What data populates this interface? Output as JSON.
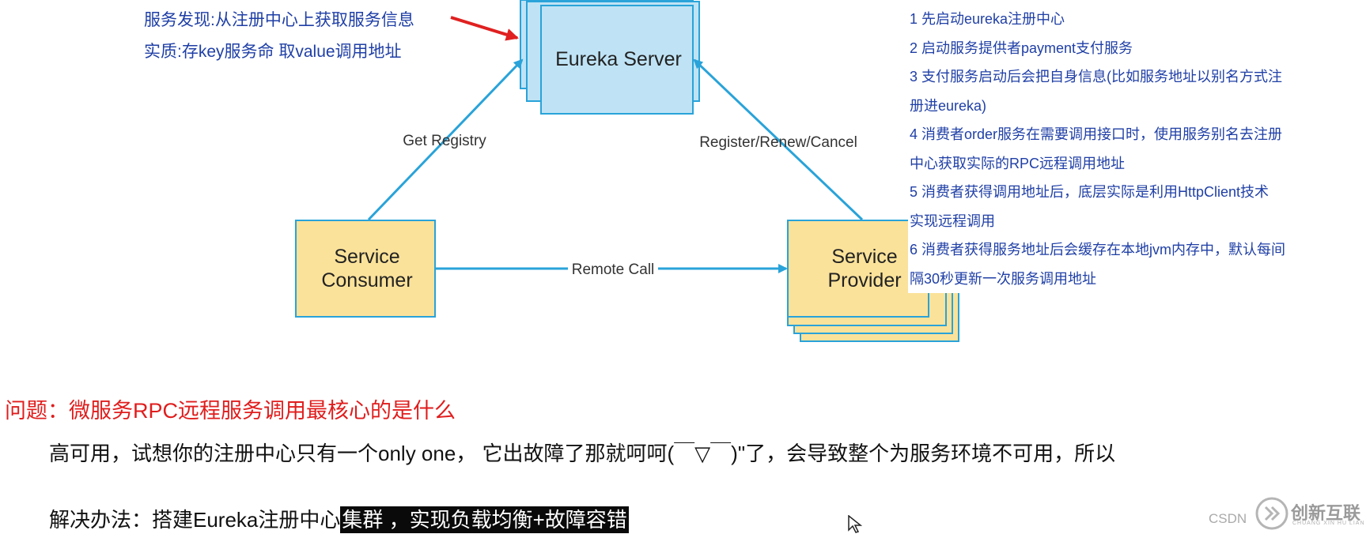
{
  "notes": {
    "line1": "服务发现:从注册中心上获取服务信息",
    "line2": "实质:存key服务命 取value调用地址"
  },
  "diagram": {
    "server_label": "Eureka Server",
    "consumer_label_1": "Service",
    "consumer_label_2": "Consumer",
    "provider_label_1": "Service",
    "provider_label_2": "Provider",
    "get_registry": "Get Registry",
    "register_label": "Register/Renew/Cancel",
    "remote_call": "Remote Call",
    "colors": {
      "server_fill": "#bfe3f5",
      "box_fill": "#fbe29a",
      "border": "#29a3d9",
      "arrow": "#29a3d9",
      "red_arrow": "#e02020"
    }
  },
  "steps": [
    "1 先启动eureka注册中心",
    "2 启动服务提供者payment支付服务",
    "3 支付服务启动后会把自身信息(比如服务地址以别名方式注",
    "册进eureka)",
    "4 消费者order服务在需要调用接口时，使用服务别名去注册",
    "中心获取实际的RPC远程调用地址",
    "5 消费者获得调用地址后，底层实际是利用HttpClient技术",
    "实现远程调用",
    "6 消费者获得服务地址后会缓存在本地jvm内存中，默认每间",
    "隔30秒更新一次服务调用地址"
  ],
  "question": "问题：微服务RPC远程服务调用最核心的是什么",
  "answer": "高可用，试想你的注册中心只有一个only one， 它出故障了那就呵呵(￣▽￣)\"了，会导致整个为服务环境不可用，所以",
  "solution_prefix": "解决办法：搭建Eureka注册中心",
  "solution_highlight": "集群 ，实现负载均衡+故障容错",
  "watermark": {
    "left_text": "CSDN",
    "brand": "创新互联",
    "brand_sub": "CHUANG XIN HU LIAN"
  }
}
